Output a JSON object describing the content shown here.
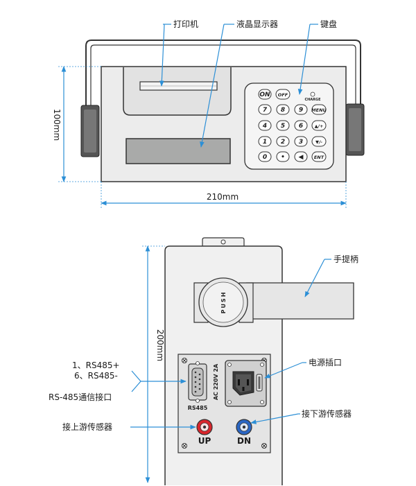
{
  "top_view": {
    "labels": {
      "printer": "打印机",
      "lcd": "液晶显示器",
      "keypad": "键盘"
    },
    "dimensions": {
      "height": "100mm",
      "width": "210mm"
    },
    "keypad": {
      "charge": "CHARGE",
      "rows": [
        [
          "ON",
          "OFF"
        ],
        [
          "7",
          "8",
          "9",
          "MENU"
        ],
        [
          "4",
          "5",
          "6",
          "▲/+"
        ],
        [
          "1",
          "2",
          "3",
          "▼/-"
        ],
        [
          "0",
          "•",
          "◀",
          "ENT"
        ]
      ]
    }
  },
  "front_view": {
    "dimensions": {
      "height": "200mm"
    },
    "handle_label": "手提柄",
    "push_text": "PUSH",
    "power_socket_label": "电源插口",
    "power_rating": "AC 220V 2A",
    "comm": {
      "pin1": "1、RS485+",
      "pin6": "6、RS485-",
      "port_label": "RS-485通信接口",
      "connector_text": "RS485"
    },
    "upstream_sensor_label": "接上游传感器",
    "downstream_sensor_label": "接下游传感器",
    "up_text": "UP",
    "dn_text": "DN"
  },
  "colors": {
    "callout": "#2c8fd6",
    "dimension": "#2c8fd6",
    "panel": "#eaeaea",
    "lcd": "#a9aaa9",
    "up_ring": "#d9262c",
    "dn_ring": "#2a66c4"
  }
}
